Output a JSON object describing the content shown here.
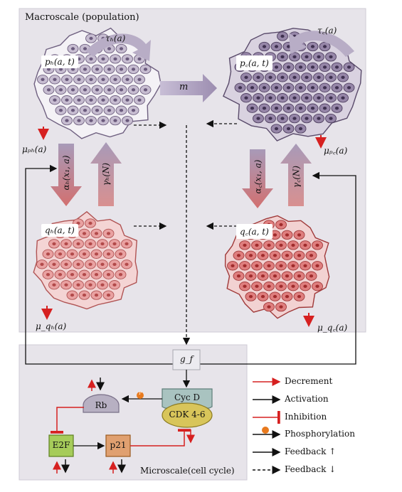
{
  "macro": {
    "title": "Macroscale (population)",
    "cells": {
      "ph": "pₕ(a, t)",
      "pc": "p꜀(a, t)",
      "qh": "qₕ(a, t)",
      "qc": "q꜀(a, t)"
    },
    "rates": {
      "tau_h": "τₕ(a)",
      "tau_c": "τ꜀(a)",
      "m": "m",
      "mu_ph": "μₚₕ(a)",
      "mu_pc": "μₚ꜀(a)",
      "mu_qh": "μ_qₕ(a)",
      "mu_qc": "μ_q꜀(a)",
      "alpha_h": "αₕ(x₁, a)",
      "gamma_h": "γₕ(N)",
      "alpha_c": "α꜀(x₁, a)",
      "gamma_c": "γ꜀(N)"
    },
    "colors": {
      "panel_bg": "#e7e4ea",
      "proliferating_cell": "#b3a3c2",
      "quiescent_cell": "#e49a9a",
      "rate_arrow": "#a394b4",
      "red_arrow": "#d02020"
    }
  },
  "micro": {
    "title": "Microscale(cell cycle)",
    "gf": "g_f",
    "cycd": "Cyc D",
    "cdk": "CDK 4-6",
    "rb": "Rb",
    "e2f": "E2F",
    "p21": "p21",
    "phospho_symbol": "P",
    "colors": {
      "cycd": "#a9c3c0",
      "cdk": "#d8c55a",
      "rb": "#b7b0c2",
      "e2f": "#a6cc5a",
      "p21": "#e0a070",
      "phospho": "#e87a1e"
    }
  },
  "legend": {
    "decrement": "Decrement",
    "activation": "Activation",
    "inhibition": "Inhibition",
    "phosphorylation": "Phosphorylation",
    "feedback_up": "Feedback ↑",
    "feedback_down": "Feedback ↓"
  }
}
